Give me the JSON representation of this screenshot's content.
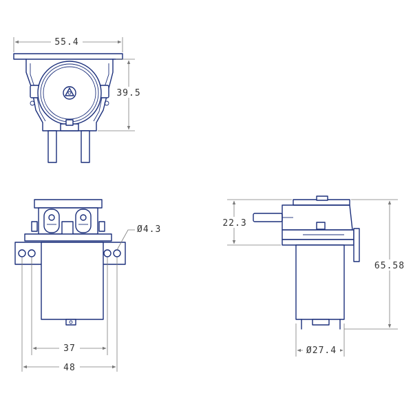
{
  "dimensions": {
    "top_width": "55.4",
    "top_height": "39.5",
    "front_hole": "Ø4.3",
    "front_inner_width": "37",
    "front_outer_width": "48",
    "side_upper_height": "22.3",
    "side_total_height": "65.58",
    "side_motor_diameter": "Ø27.4"
  },
  "colors": {
    "line": "#1a2e7a",
    "dimension": "#7a7a7a",
    "background": "#ffffff"
  }
}
